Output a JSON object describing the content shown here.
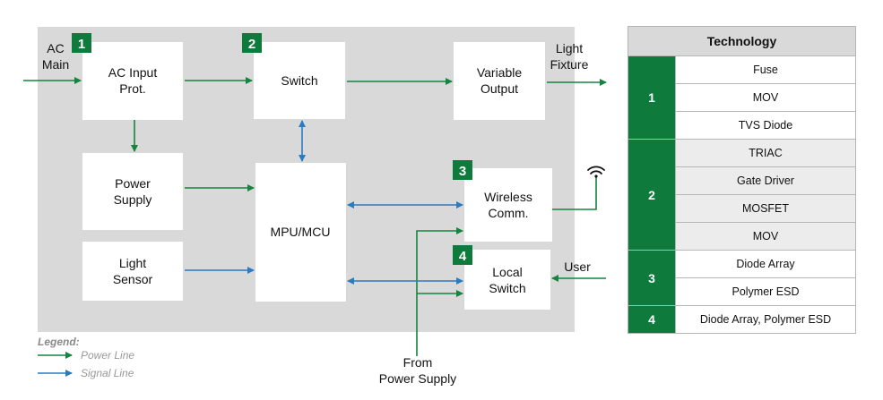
{
  "blocks": {
    "ac_input": "AC Input\nProt.",
    "switch": "Switch",
    "variable_output": "Variable\nOutput",
    "power_supply": "Power\nSupply",
    "light_sensor": "Light\nSensor",
    "mpu_mcu": "MPU/MCU",
    "wireless": "Wireless\nComm.",
    "local_switch": "Local\nSwitch"
  },
  "badges": [
    "1",
    "2",
    "3",
    "4"
  ],
  "external": {
    "ac_main": "AC\nMain",
    "light_fixture": "Light\nFixture",
    "user": "User",
    "from_power_supply": "From\nPower Supply"
  },
  "legend": {
    "title": "Legend:",
    "power_line": "Power Line",
    "signal_line": "Signal Line"
  },
  "colors": {
    "green": "#0e7a3c",
    "power_line": "#14843f",
    "signal_line": "#2a7bc2",
    "panel": "#d9d9d9"
  },
  "icons": [
    "wifi-icon"
  ],
  "table": {
    "header": "Technology",
    "groups": [
      {
        "id": "1",
        "items": [
          "Fuse",
          "MOV",
          "TVS Diode"
        ]
      },
      {
        "id": "2",
        "items": [
          "TRIAC",
          "Gate Driver",
          "MOSFET",
          "MOV"
        ]
      },
      {
        "id": "3",
        "items": [
          "Diode Array",
          "Polymer ESD"
        ]
      },
      {
        "id": "4",
        "items": [
          "Diode Array, Polymer ESD"
        ]
      }
    ]
  }
}
